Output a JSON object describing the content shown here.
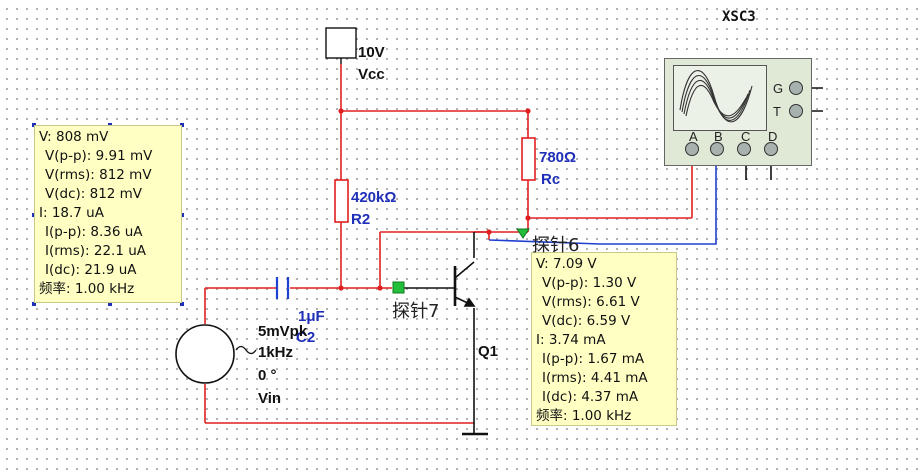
{
  "oscilloscope": {
    "name": "XSC3",
    "channels": [
      "A",
      "B",
      "C",
      "D"
    ],
    "triggers": [
      "G",
      "T"
    ]
  },
  "vcc": {
    "value": "10V",
    "name": "Vcc"
  },
  "rc": {
    "value": "780Ω",
    "name": "Rc"
  },
  "r2": {
    "value": "420kΩ",
    "name": "R2"
  },
  "c2": {
    "value": "1μF",
    "name": "C2"
  },
  "vin": {
    "amplitude": "5mVpk",
    "frequency": "1kHz",
    "phase": "0 °",
    "name": "Vin"
  },
  "q1": {
    "name": "Q1"
  },
  "probe6": {
    "name": "探针6",
    "rows": [
      "V: 7.09 V",
      "V(p-p): 1.30 V",
      "V(rms): 6.61 V",
      "V(dc): 6.59 V",
      "I: 3.74 mA",
      "I(p-p): 1.67 mA",
      "I(rms): 4.41 mA",
      "I(dc): 4.37 mA",
      "频率: 1.00 kHz"
    ]
  },
  "probe7": {
    "name": "探针7",
    "rows": [
      "V: 808 mV",
      "V(p-p): 9.91 mV",
      "V(rms): 812 mV",
      "V(dc): 812 mV",
      "I: 18.7 uA",
      "I(p-p): 8.36 uA",
      "I(rms): 22.1 uA",
      "I(dc): 21.9 uA",
      "频率: 1.00 kHz"
    ]
  },
  "colors": {
    "wire_red": "#e02020",
    "wire_blue": "#2040d0",
    "wire_black": "#111111",
    "label_blue": "#1f2fb8",
    "probe_bg": "#ffffc4",
    "probe_green": "#22c03a"
  }
}
